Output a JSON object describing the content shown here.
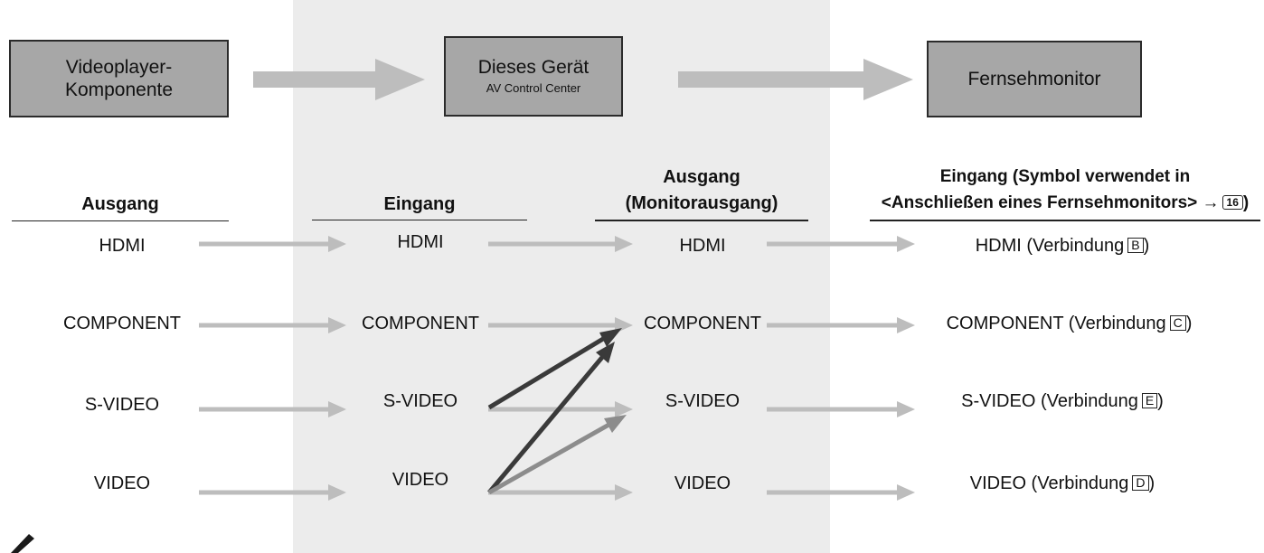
{
  "boxes": {
    "source": "Videoplayer-\nKomponente",
    "device": "Dieses Gerät",
    "device_sub": "AV Control Center",
    "monitor": "Fernsehmonitor"
  },
  "columns": {
    "out_header": "Ausgang",
    "in_header": "Eingang",
    "mon_header_line1": "Ausgang",
    "mon_header_line2": "(Monitorausgang)",
    "tv_header_line1": "Eingang (Symbol verwendet in",
    "tv_header_line2": "<Anschließen eines Fernsehmonitors> →",
    "tv_header_page": "16",
    "tv_header_close": ")"
  },
  "rows": [
    {
      "signal": "HDMI",
      "tv_text": "HDMI (Verbindung",
      "key": "B"
    },
    {
      "signal": "COMPONENT",
      "tv_text": "COMPONENT (Verbindung",
      "key": "C"
    },
    {
      "signal": "S-VIDEO",
      "tv_text": "S-VIDEO (Verbindung",
      "key": "E"
    },
    {
      "signal": "VIDEO",
      "tv_text": "VIDEO (Verbindung",
      "key": "D"
    }
  ],
  "colors": {
    "arrow_light": "#bdbdbd",
    "arrow_dark": "#3a3a3a",
    "arrow_mid": "#8c8c8c",
    "shade": "#ececec",
    "box": "#a7a7a7"
  },
  "icons": {
    "note": "pencil-icon"
  }
}
